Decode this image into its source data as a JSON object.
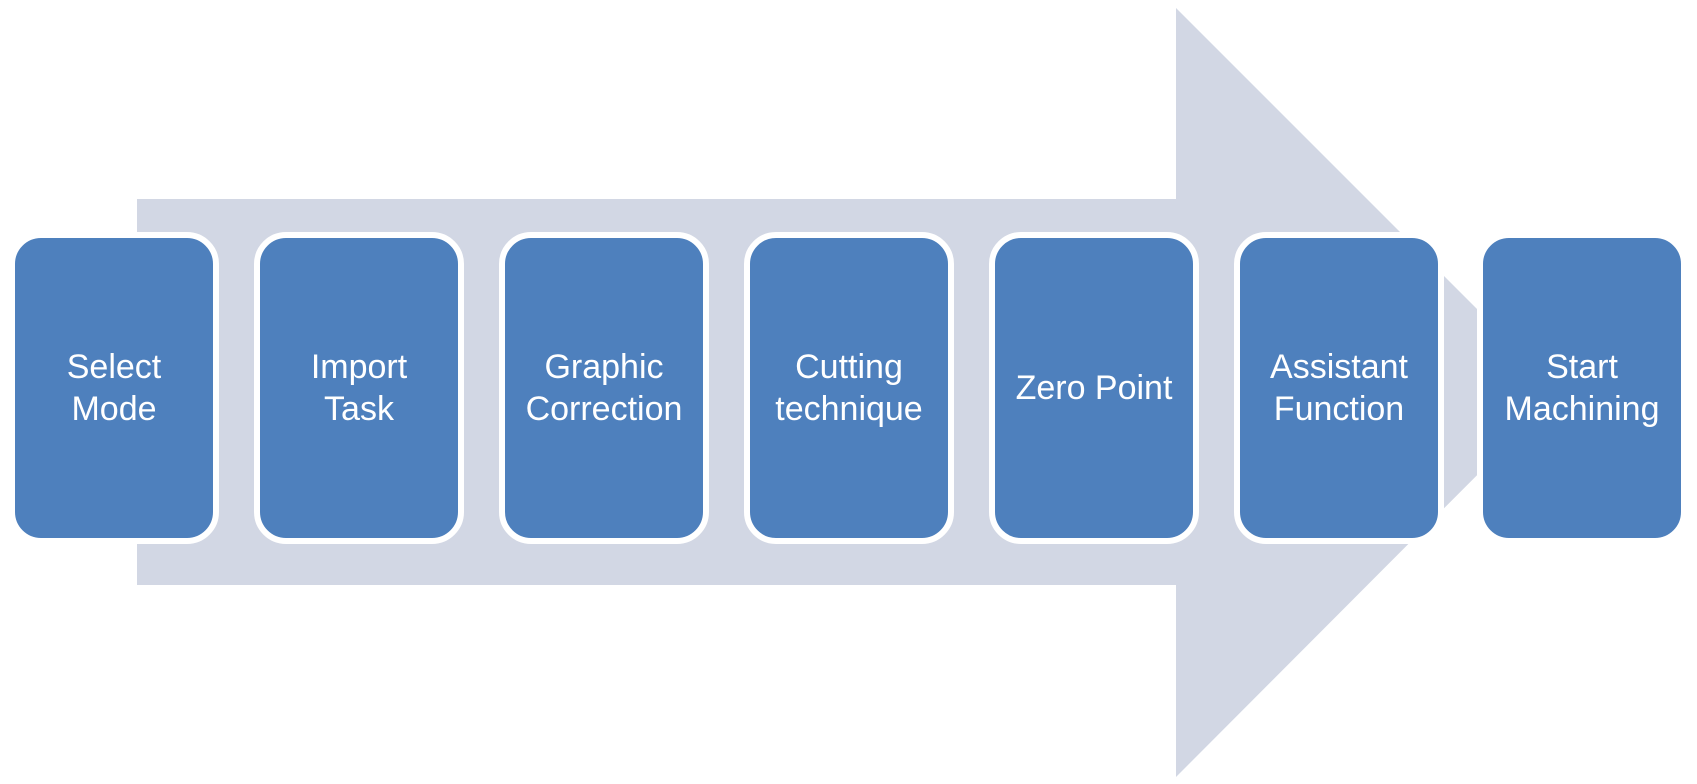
{
  "diagram": {
    "kind": "process-flow",
    "flow_direction": "left-to-right",
    "arrow": {
      "shape": "right-block-arrow",
      "fill": "#D2D7E4"
    },
    "steps": [
      {
        "label": "Select Mode",
        "lines": [
          "Select",
          "Mode"
        ]
      },
      {
        "label": "Import Task",
        "lines": [
          "Import",
          "Task"
        ]
      },
      {
        "label": "Graphic Correction",
        "lines": [
          "Graphic",
          "Correction"
        ]
      },
      {
        "label": "Cutting technique",
        "lines": [
          "Cutting",
          "technique"
        ]
      },
      {
        "label": "Zero Point",
        "lines": [
          "Zero Point"
        ]
      },
      {
        "label": "Assistant Function",
        "lines": [
          "Assistant",
          "Function"
        ]
      },
      {
        "label": "Start Machining",
        "lines": [
          "Start",
          "Machining"
        ]
      }
    ],
    "colors": {
      "step_fill": "#4E80BD",
      "step_border": "#FFFFFF",
      "step_text": "#FFFFFF",
      "arrow_fill": "#D2D7E4",
      "background": "#FFFFFF"
    }
  }
}
